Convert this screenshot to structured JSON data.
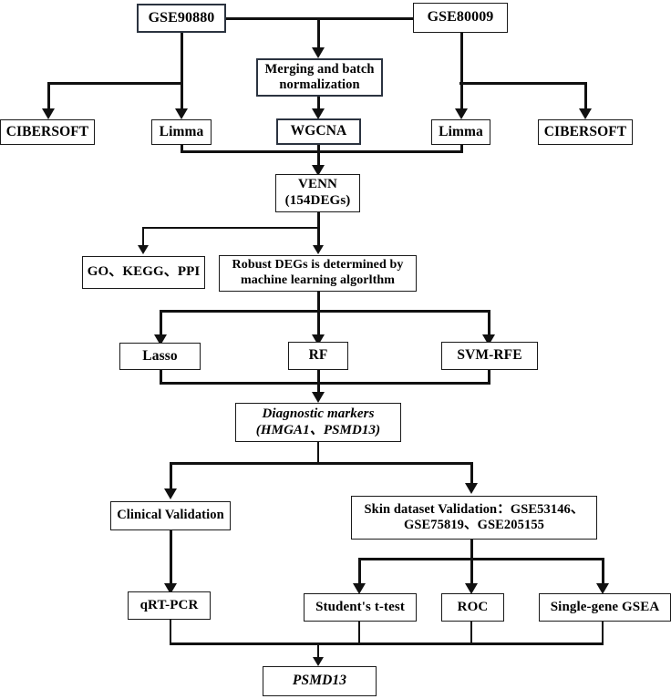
{
  "diagram": {
    "title": "Study workflow flowchart",
    "colors": {
      "line": "#111111",
      "box_border": "#1a1a1a",
      "box_border_emphasis": "#2b3340",
      "background": "#ffffff",
      "text": "#000000"
    },
    "nodes": {
      "gse90880": "GSE90880",
      "gse80009": "GSE80009",
      "merging": "Merging and batch\nnormalization",
      "cibersoft_left": "CIBERSOFT",
      "limma_left": "Limma",
      "wgcna": "WGCNA",
      "limma_right": "Limma",
      "cibersoft_right": "CIBERSOFT",
      "venn": "VENN\n(154DEGs)",
      "enrichment": "GO、KEGG、PPI",
      "robust_degs": "Robust DEGs is determined by\nmachine learning algorlthm",
      "lasso": "Lasso",
      "rf": "RF",
      "svm_rfe": "SVM-RFE",
      "diagnostic_markers": "Diagnostic markers\n(HMGA1、PSMD13)",
      "clinical_validation": "Clinical Validation",
      "skin_validation": "Skin dataset Validation：GSE53146、\nGSE75819、GSE205155",
      "qrt_pcr": "qRT-PCR",
      "students_t_test": "Student's t-test",
      "roc": "ROC",
      "single_gene_gsea": "Single-gene GSEA",
      "psmd13": "PSMD13"
    }
  }
}
